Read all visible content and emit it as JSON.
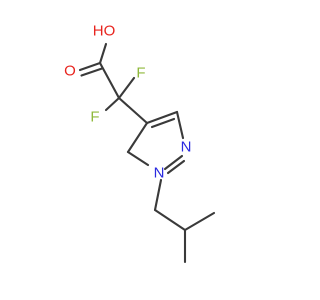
{
  "molecule": {
    "atoms": {
      "hydroxyl": {
        "label": "HO",
        "color": "#e8241e"
      },
      "carbonyl_oxygen": {
        "label": "O",
        "color": "#e8241e"
      },
      "fluorine_1": {
        "label": "F",
        "color": "#8fb93b"
      },
      "fluorine_2": {
        "label": "F",
        "color": "#8fb93b"
      },
      "pyrazole_n2": {
        "label": "N",
        "color": "#2a2ae0"
      },
      "pyrazole_n1": {
        "label": "N",
        "color": "#2a2ae0"
      }
    },
    "bond_color": "#3a3a3a",
    "background": "#ffffff"
  }
}
